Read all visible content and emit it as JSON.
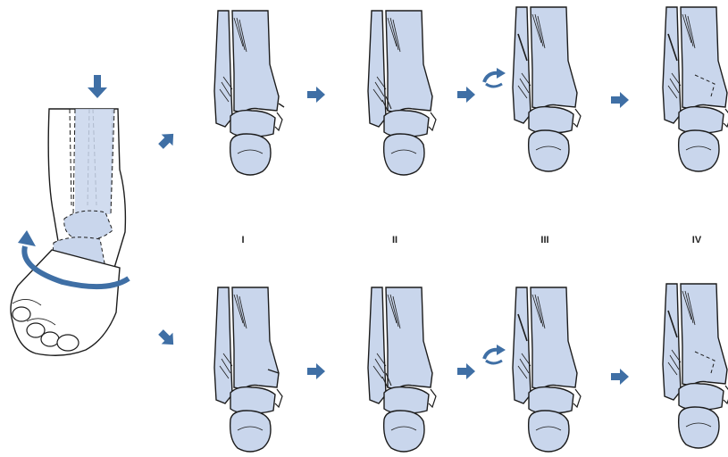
{
  "colors": {
    "bone_fill": "#c9d6ec",
    "outline": "#1c1c1c",
    "arrow": "#3f6fa5",
    "background": "#ffffff"
  },
  "stage_labels": [
    "I",
    "II",
    "III",
    "IV"
  ],
  "rows": [
    {
      "name": "top-row",
      "stages": [
        {
          "label_index": 0,
          "fracture": "medial-avulsion"
        },
        {
          "label_index": 1,
          "fracture": "posterior-ligament"
        },
        {
          "label_index": 2,
          "fracture": "fibula-spiral",
          "rotation_arrow": true
        },
        {
          "label_index": 3,
          "fracture": "posterior-malleolus"
        }
      ]
    },
    {
      "name": "bottom-row",
      "stages": [
        {
          "label_index": 0,
          "fracture": "medial-malleolus"
        },
        {
          "label_index": 1,
          "fracture": "anterior-ligament"
        },
        {
          "label_index": 2,
          "fracture": "fibula-spiral",
          "rotation_arrow": true
        },
        {
          "label_index": 3,
          "fracture": "posterior-malleolus"
        }
      ]
    }
  ],
  "icons": {
    "compression_arrow": "arrow-down-icon",
    "rotation_arrow": "curved-rotation-arrow-icon",
    "progression_arrow": "arrow-right-icon",
    "branch_up_arrow": "arrow-up-right-icon",
    "branch_down_arrow": "arrow-down-right-icon"
  }
}
